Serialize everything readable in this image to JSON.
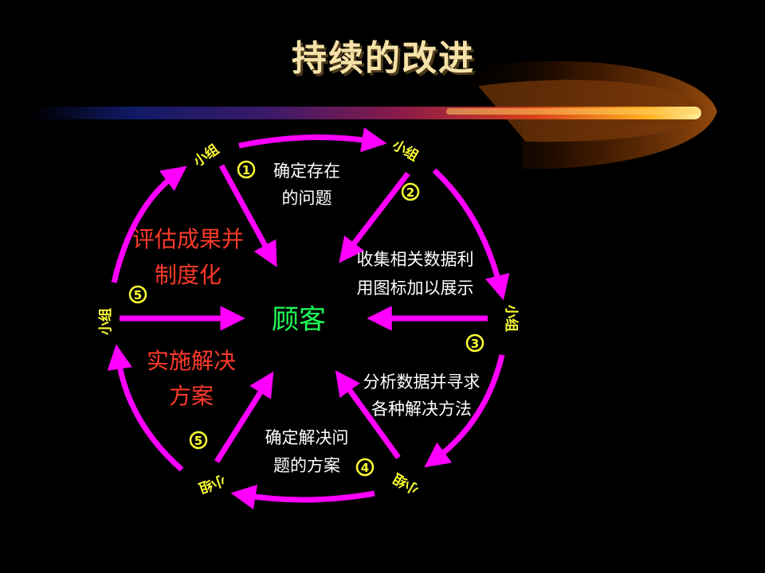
{
  "title": "持续的改进",
  "center": "顾客",
  "steps": [
    {
      "num": "1",
      "lines": [
        "确定存在",
        "的问题"
      ]
    },
    {
      "num": "2",
      "lines": [
        "收集相关数据利",
        "用图标加以展示"
      ]
    },
    {
      "num": "3",
      "lines": [
        "分析数据并寻求",
        "各种解决方法"
      ]
    },
    {
      "num": "4",
      "lines": [
        "确定解决问",
        "题的方案"
      ]
    },
    {
      "num": "5",
      "lines": [
        "实施解决",
        "方案"
      ]
    },
    {
      "num": "5",
      "lines": [
        "评估成果并",
        "制度化"
      ]
    }
  ],
  "team_label": "小组",
  "colors": {
    "background": "#000000",
    "arrow": "#ff00ff",
    "title": "#f6e2a8",
    "center": "#21ff5a",
    "red": "#ff3a2a",
    "team": "#ffff33",
    "step_text": "#ffffff"
  }
}
